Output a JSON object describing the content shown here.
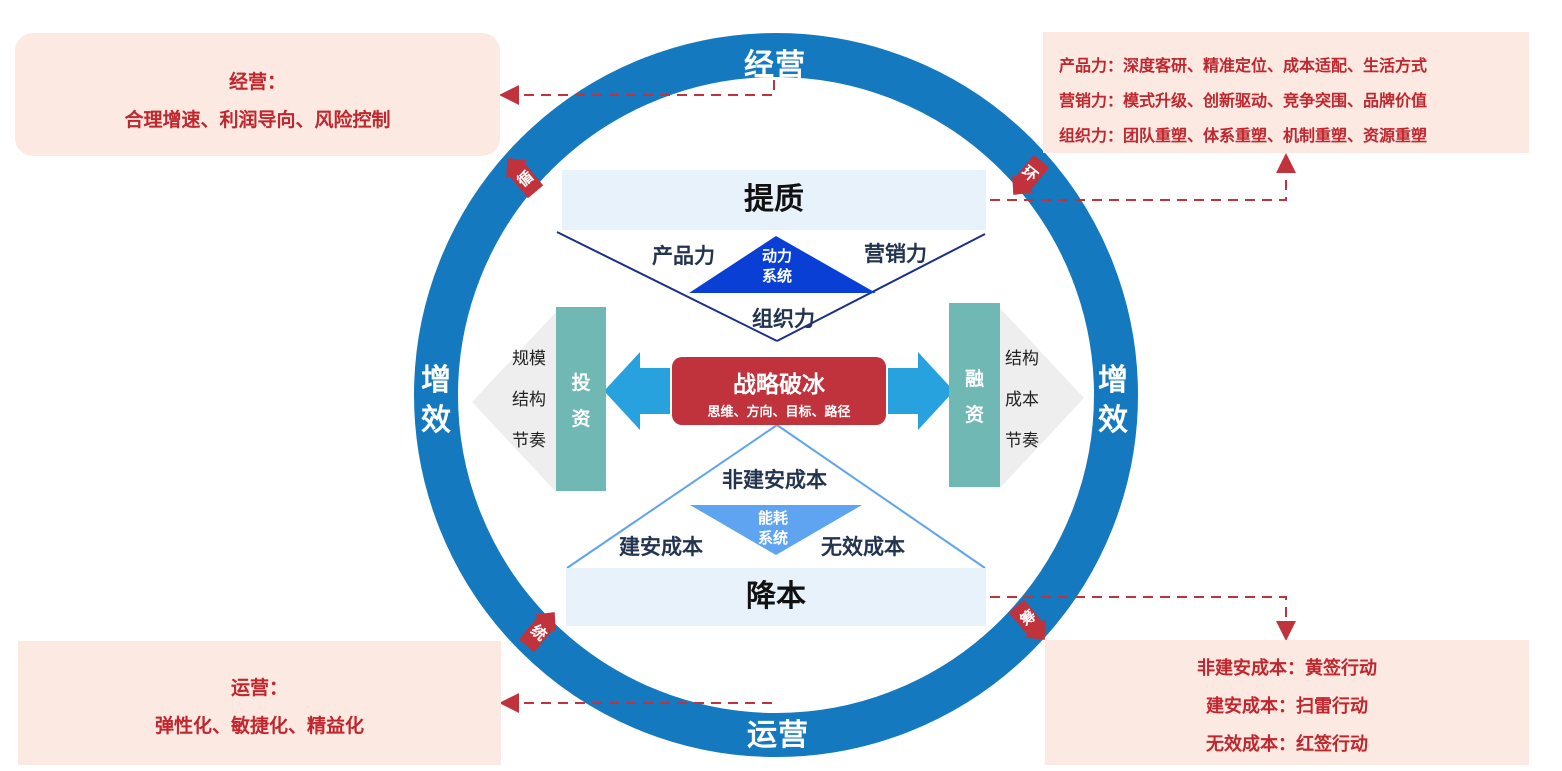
{
  "ring": {
    "top": "经营",
    "bottom": "运营",
    "left": [
      "增",
      "效"
    ],
    "right": [
      "增",
      "效"
    ],
    "color": "#1579bf"
  },
  "badges": {
    "top_left": "循",
    "top_right": "环",
    "bottom_left": "统",
    "bottom_right": "筹"
  },
  "boxes": {
    "top_left": {
      "title": "经营：",
      "body": "合理增速、利润导向、风险控制"
    },
    "top_right": {
      "lines": [
        "产品力：深度客研、精准定位、成本适配、生活方式",
        "营销力：模式升级、创新驱动、竞争突围、品牌价值",
        "组织力：团队重塑、体系重塑、机制重塑、资源重塑"
      ]
    },
    "bottom_left": {
      "title": "运营：",
      "body": "弹性化、敏捷化、精益化"
    },
    "bottom_right": {
      "lines": [
        "非建安成本：黄签行动",
        "建安成本：扫雷行动",
        "无效成本：红签行动"
      ]
    }
  },
  "upper": {
    "title": "提质",
    "left": "产品力",
    "right": "营销力",
    "bottom": "组织力",
    "triangle": [
      "动力",
      "系统"
    ]
  },
  "lower": {
    "title": "降本",
    "top": "非建安成本",
    "left": "建安成本",
    "right": "无效成本",
    "triangle": [
      "能耗",
      "系统"
    ]
  },
  "center": {
    "title": "战略破冰",
    "subtitle": "思维、方向、目标、路径"
  },
  "invest": {
    "label": [
      "投",
      "资"
    ],
    "items": [
      "规模",
      "结构",
      "节奏"
    ]
  },
  "finance": {
    "label": [
      "融",
      "资"
    ],
    "items": [
      "结构",
      "成本",
      "节奏"
    ]
  },
  "colors": {
    "accent_red": "#c0262d",
    "box_bg": "#fce9e2",
    "dark_blue_triangle": "#0a3fd6",
    "light_blue_triangle": "#5ea4f0",
    "teal": "#6fb8b4",
    "arrow_blue": "#27a2df"
  }
}
